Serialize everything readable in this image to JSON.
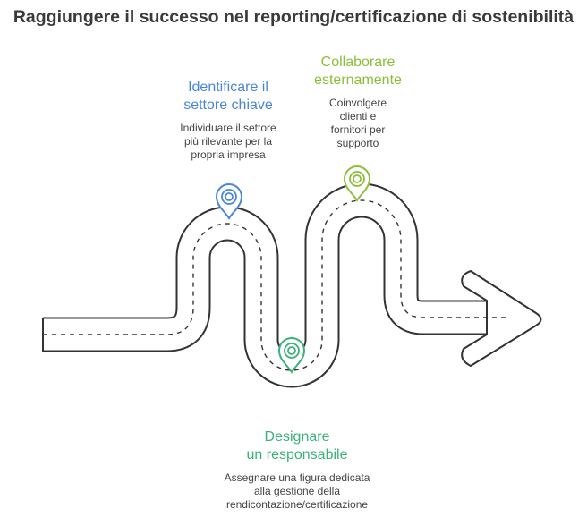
{
  "title": "Raggiungere il successo nel reporting/certificazione di sostenibilità",
  "steps": [
    {
      "heading": "Identificare il\nsettore chiave",
      "description": "Individuare il settore\npiù rilevante per la\npropria impresa",
      "color": "#4a86d8",
      "icon": "map-pin-icon"
    },
    {
      "heading": "Collaborare\nesternamente",
      "description": "Coinvolgere\nclienti e\nfornitori per\nsupporto",
      "color": "#8bbf3a",
      "icon": "map-pin-icon"
    },
    {
      "heading": "Designare\nun responsabile",
      "description": "Assegnare una figura dedicata\nalla gestione della\nrendicontazione/certificazione",
      "color": "#3ab27a",
      "icon": "map-pin-icon"
    }
  ],
  "road": {
    "outline_color": "#333333",
    "fill_color": "#ffffff"
  }
}
